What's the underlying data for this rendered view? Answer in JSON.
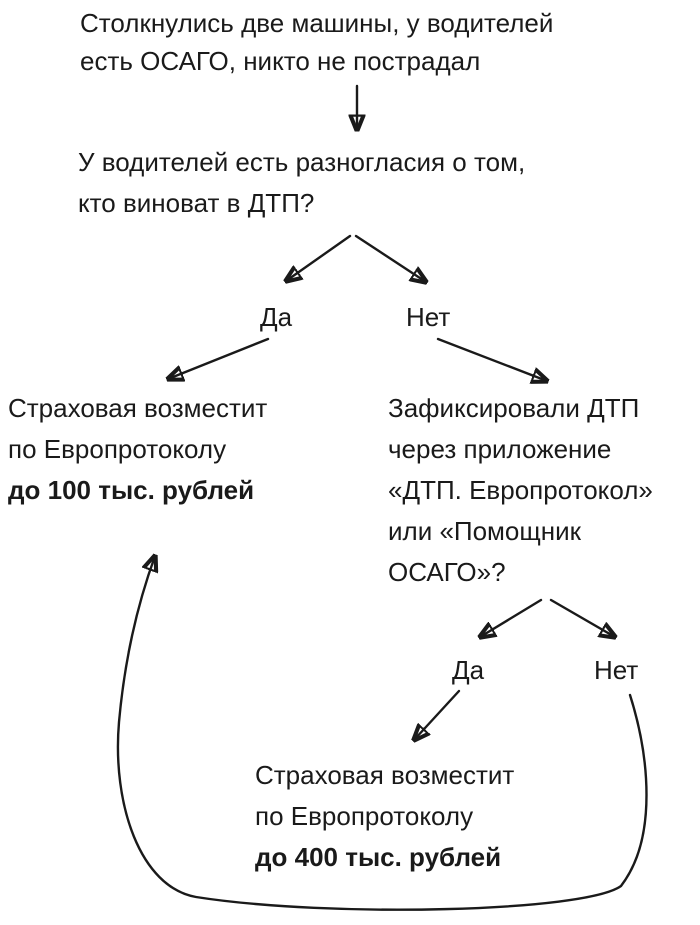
{
  "colors": {
    "background": "#ffffff",
    "text": "#1a1a1a",
    "arrow": "#1a1a1a"
  },
  "flowchart": {
    "start": {
      "lines": [
        "Столкнулись две машины, у водителей",
        "есть ОСАГО, никто не пострадал"
      ]
    },
    "question1": {
      "lines": [
        "У водителей есть разногласия о том,",
        "кто виноват в ДТП?"
      ]
    },
    "branch1": {
      "yes_label": "Да",
      "no_label": "Нет"
    },
    "outcome_100": {
      "lines": [
        "Страховая возместит",
        "по Европротоколу"
      ],
      "bold_line": "до 100 тыс. рублей"
    },
    "question2": {
      "lines": [
        "Зафиксировали ДТП",
        "через приложение",
        "«ДТП. Европротокол»",
        "или «Помощник",
        "ОСАГО»?"
      ]
    },
    "branch2": {
      "yes_label": "Да",
      "no_label": "Нет"
    },
    "outcome_400": {
      "lines": [
        "Страховая возместит",
        "по Европротоколу"
      ],
      "bold_line": "до 400 тыс. рублей"
    }
  }
}
